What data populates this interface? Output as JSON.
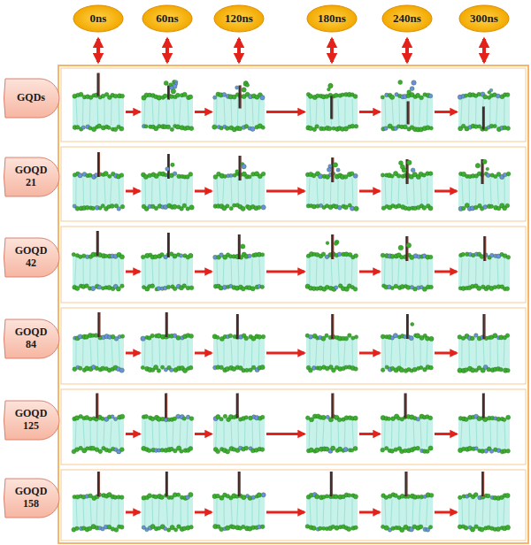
{
  "diagram": {
    "nodes": [
      {
        "text": [
          "0ns"
        ]
      },
      {
        "text": [
          "60ns"
        ]
      },
      {
        "text": [
          "120ns"
        ]
      },
      {
        "text": [
          "180ns"
        ]
      },
      {
        "text": [
          "240ns"
        ]
      },
      {
        "text": [
          "300ns"
        ]
      },
      {
        "text": [
          "GQDs"
        ]
      },
      {
        "text": [
          "GOQD 21"
        ]
      },
      {
        "text": [
          "GOQD 42"
        ]
      },
      {
        "text": [
          "GOQD 84"
        ]
      },
      {
        "text": [
          "GOQD 125"
        ]
      },
      {
        "text": [
          "GOQD 158"
        ]
      }
    ]
  }
}
